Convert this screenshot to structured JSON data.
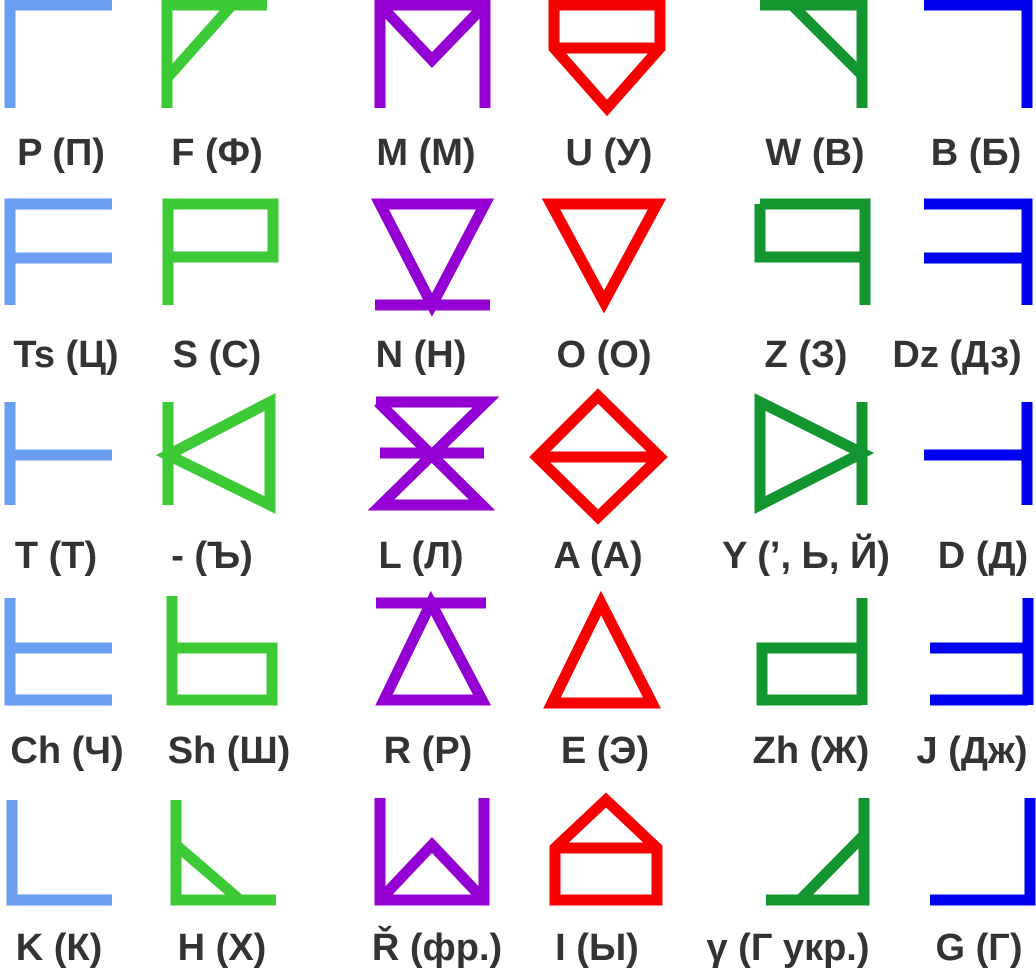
{
  "colors": {
    "lightblue": "#6a9ef0",
    "green": "#3ccb37",
    "purple": "#9400d3",
    "red": "#f70000",
    "darkgreen": "#13962f",
    "blue": "#0000f0",
    "label": "#333333"
  },
  "rows": [
    {
      "cells": [
        {
          "label": "P (П)",
          "color": "lightblue"
        },
        {
          "label": "F (Ф)",
          "color": "green"
        },
        {
          "label": "M (М)",
          "color": "purple"
        },
        {
          "label": "U (У)",
          "color": "red"
        },
        {
          "label": "W (В)",
          "color": "darkgreen"
        },
        {
          "label": "B (Б)",
          "color": "blue"
        }
      ]
    },
    {
      "cells": [
        {
          "label": "Ts (Ц)",
          "color": "lightblue"
        },
        {
          "label": "S (С)",
          "color": "green"
        },
        {
          "label": "N (Н)",
          "color": "purple"
        },
        {
          "label": "O (О)",
          "color": "red"
        },
        {
          "label": "Z (З)",
          "color": "darkgreen"
        },
        {
          "label": "Dz (Дз)",
          "color": "blue"
        }
      ]
    },
    {
      "cells": [
        {
          "label": "T (Т)",
          "color": "lightblue"
        },
        {
          "label": "- (Ъ)",
          "color": "green"
        },
        {
          "label": "L (Л)",
          "color": "purple"
        },
        {
          "label": "A (А)",
          "color": "red"
        },
        {
          "label": "Y (’, Ь, Й)",
          "color": "darkgreen"
        },
        {
          "label": "D (Д)",
          "color": "blue"
        }
      ]
    },
    {
      "cells": [
        {
          "label": "Ch (Ч)",
          "color": "lightblue"
        },
        {
          "label": "Sh (Ш)",
          "color": "green"
        },
        {
          "label": "R (Р)",
          "color": "purple"
        },
        {
          "label": "E (Э)",
          "color": "red"
        },
        {
          "label": "Zh (Ж)",
          "color": "darkgreen"
        },
        {
          "label": "J (Дж)",
          "color": "blue"
        }
      ]
    },
    {
      "cells": [
        {
          "label": "K (К)",
          "color": "lightblue"
        },
        {
          "label": "H (Х)",
          "color": "green"
        },
        {
          "label": "Ř (фр.)",
          "color": "purple"
        },
        {
          "label": "I (Ы)",
          "color": "red"
        },
        {
          "label": "γ (Г укр.)",
          "color": "darkgreen"
        },
        {
          "label": "G (Г)",
          "color": "blue"
        }
      ]
    }
  ]
}
